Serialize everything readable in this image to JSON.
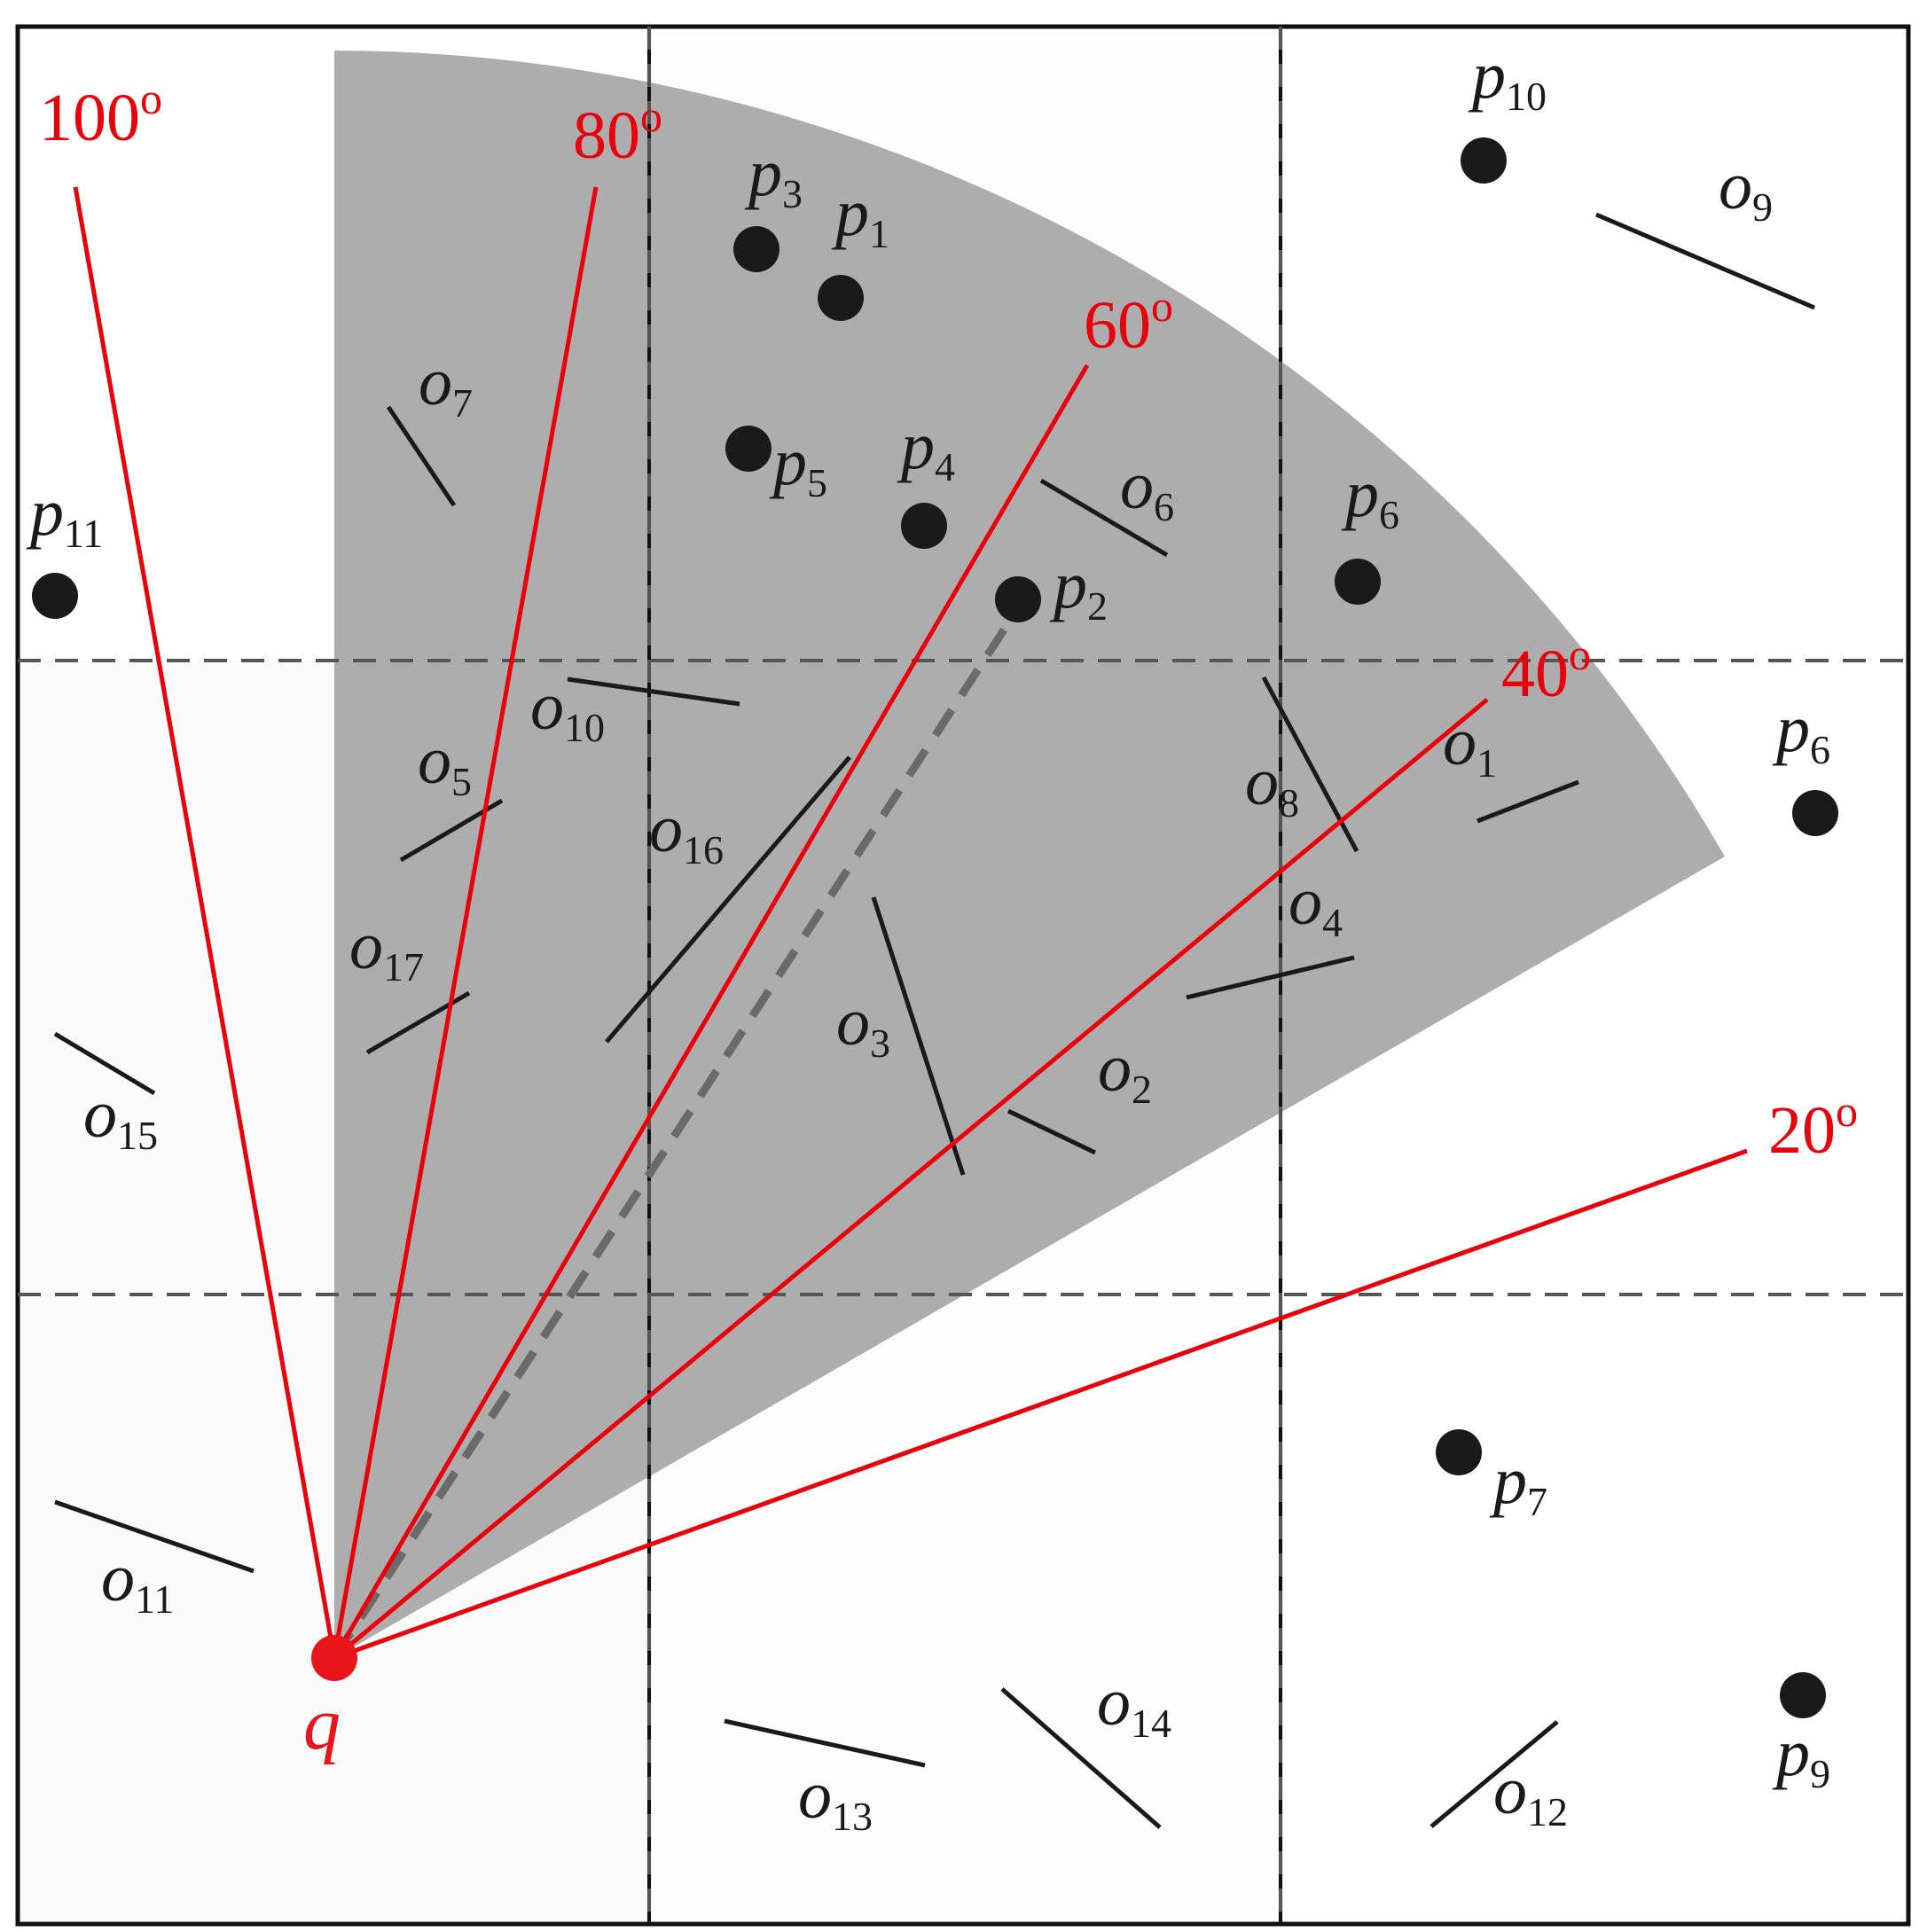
{
  "colors": {
    "ray": "#e8000b",
    "query": "#e8151b",
    "sector": "#a9a9a9",
    "ink": "#1a1a1a",
    "grid": "#555555",
    "frame": "#111111"
  },
  "query": {
    "base": "q"
  },
  "angles": [
    {
      "id": "a100",
      "label": "100",
      "deg": "o"
    },
    {
      "id": "a80",
      "label": "80",
      "deg": "o"
    },
    {
      "id": "a60",
      "label": "60",
      "deg": "o"
    },
    {
      "id": "a40",
      "label": "40",
      "deg": "o"
    },
    {
      "id": "a20",
      "label": "20",
      "deg": "o"
    }
  ],
  "points": [
    {
      "id": "p1",
      "base": "p",
      "sub": "1"
    },
    {
      "id": "p2",
      "base": "p",
      "sub": "2"
    },
    {
      "id": "p3",
      "base": "p",
      "sub": "3"
    },
    {
      "id": "p4",
      "base": "p",
      "sub": "4"
    },
    {
      "id": "p5",
      "base": "p",
      "sub": "5"
    },
    {
      "id": "p6a",
      "base": "p",
      "sub": "6"
    },
    {
      "id": "p6b",
      "base": "p",
      "sub": "6"
    },
    {
      "id": "p7",
      "base": "p",
      "sub": "7"
    },
    {
      "id": "p9",
      "base": "p",
      "sub": "9"
    },
    {
      "id": "p10",
      "base": "p",
      "sub": "10"
    },
    {
      "id": "p11",
      "base": "p",
      "sub": "11"
    }
  ],
  "obstacles": [
    {
      "id": "o1",
      "base": "o",
      "sub": "1"
    },
    {
      "id": "o2",
      "base": "o",
      "sub": "2"
    },
    {
      "id": "o3",
      "base": "o",
      "sub": "3"
    },
    {
      "id": "o4",
      "base": "o",
      "sub": "4"
    },
    {
      "id": "o5",
      "base": "o",
      "sub": "5"
    },
    {
      "id": "o6",
      "base": "o",
      "sub": "6"
    },
    {
      "id": "o7",
      "base": "o",
      "sub": "7"
    },
    {
      "id": "o8",
      "base": "o",
      "sub": "8"
    },
    {
      "id": "o9",
      "base": "o",
      "sub": "9"
    },
    {
      "id": "o10",
      "base": "o",
      "sub": "10"
    },
    {
      "id": "o11",
      "base": "o",
      "sub": "11"
    },
    {
      "id": "o12",
      "base": "o",
      "sub": "12"
    },
    {
      "id": "o13",
      "base": "o",
      "sub": "13"
    },
    {
      "id": "o14",
      "base": "o",
      "sub": "14"
    },
    {
      "id": "o15",
      "base": "o",
      "sub": "15"
    },
    {
      "id": "o16",
      "base": "o",
      "sub": "16"
    },
    {
      "id": "o17",
      "base": "o",
      "sub": "17"
    }
  ]
}
